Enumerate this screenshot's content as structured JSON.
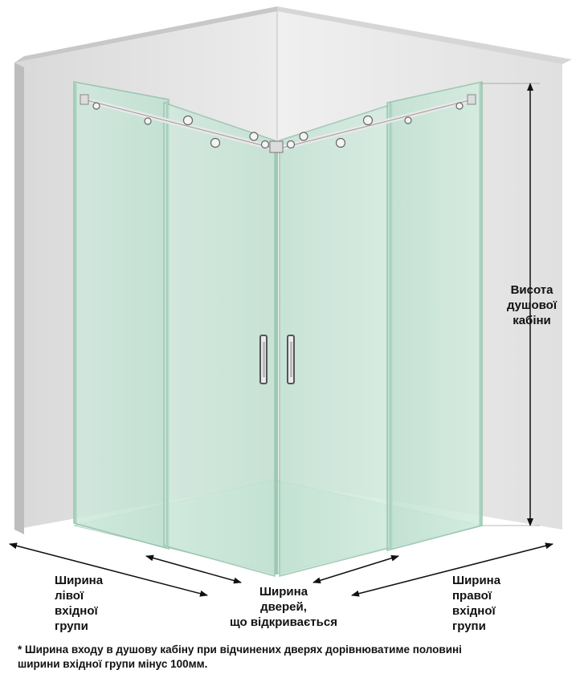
{
  "labels": {
    "height": "Висота\nдушової\nкабіни",
    "left_group": "Ширина\nлівої\nвхідної\nгрупи",
    "door": "Ширина\nдверей,\nщо відкривається",
    "right_group": "Ширина\nправої\nвхідної\nгрупи"
  },
  "footnote": "* Ширина входу в душову кабіну при відчинених дверях дорівнюватиме половині\n   ширини вхідної групи мінус 100мм.",
  "colors": {
    "glass": "#c9e6d9",
    "glass_edge": "#8fbfa9",
    "wall": "#e6e6e6",
    "wall_dark": "#cfcfcf",
    "floor": "#dcefe5",
    "dimension_line": "#111111"
  }
}
